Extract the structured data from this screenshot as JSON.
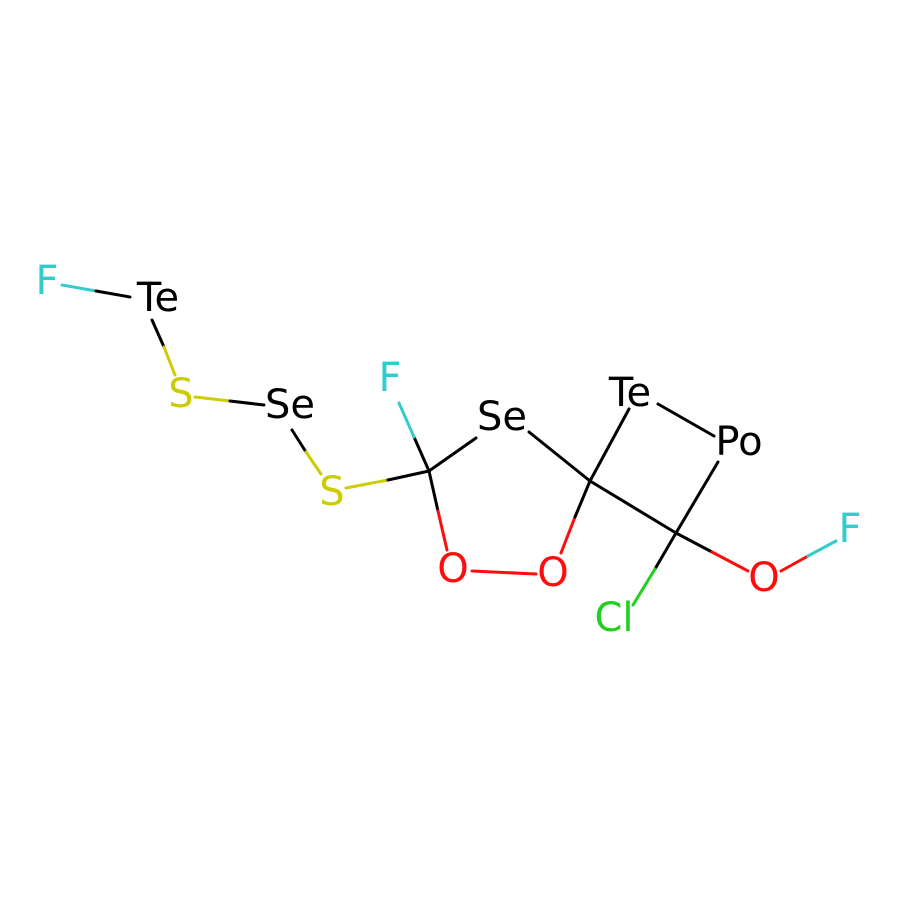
{
  "colors": {
    "background": "#FFFFFF",
    "carbon": "#000000",
    "fluorine": "#33CCCC",
    "oxygen": "#FF0D0D",
    "sulfur": "#CCCC00",
    "chlorine": "#1FD01F",
    "heavy": "#000000"
  },
  "molecule": {
    "atoms": {
      "te1": "Te",
      "f1": "F",
      "s1": "S",
      "se1": "Se",
      "s2": "S",
      "f2": "F",
      "se2": "Se",
      "o1": "O",
      "o2": "O",
      "te2": "Te",
      "po": "Po",
      "cl": "Cl",
      "o3": "O",
      "f3": "F"
    }
  }
}
